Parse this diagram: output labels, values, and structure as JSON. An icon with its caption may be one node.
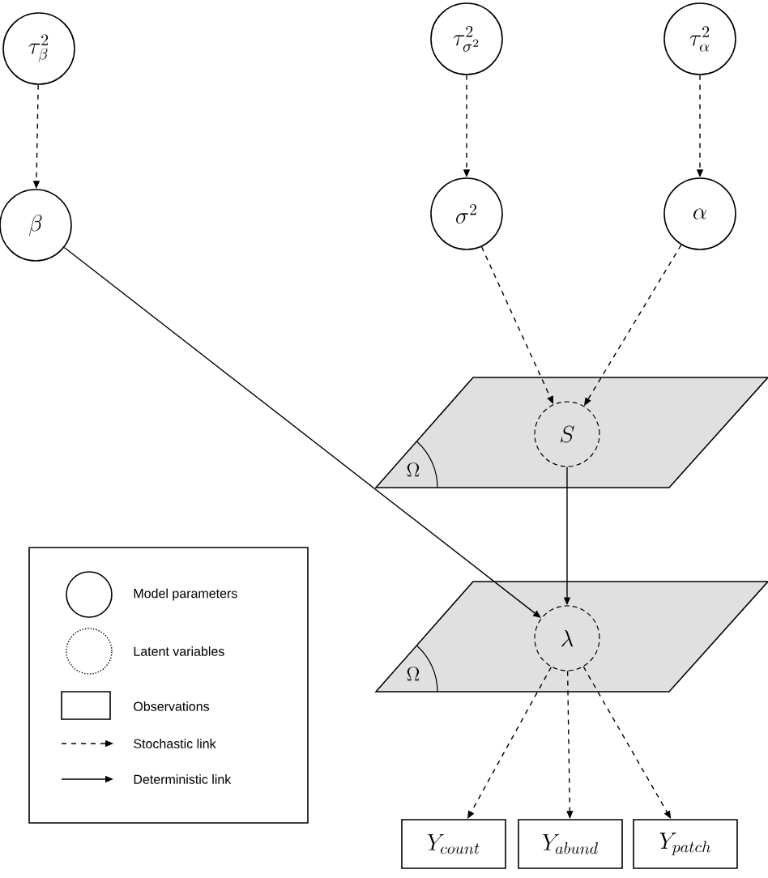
{
  "diagram": {
    "nodes": [
      {
        "text": [
          "\\tau_{\\beta}^{2}"
        ]
      },
      {
        "text": [
          "\\tau_{\\sigma^{2}}^{2}"
        ]
      },
      {
        "text": [
          "\\tau_{\\alpha}^{2}"
        ]
      },
      {
        "text": [
          "\\beta"
        ]
      },
      {
        "text": [
          "\\sigma^{2}"
        ]
      },
      {
        "text": [
          "\\alpha"
        ]
      },
      {
        "text": [
          "\\Omega"
        ]
      },
      {
        "text": [
          "S"
        ],
        "in": 6
      },
      {
        "text": [
          "\\Omega"
        ]
      },
      {
        "text": [
          "\\lambda"
        ],
        "in": 8
      },
      {
        "text": [
          "Y_{count}"
        ]
      },
      {
        "text": [
          "Y_{abund}"
        ]
      },
      {
        "text": [
          "Y_{patch}"
        ]
      }
    ],
    "edges": [
      {
        "from": 0,
        "to": 3,
        "arrow": "to",
        "style": "dashed"
      },
      {
        "from": 1,
        "to": 4,
        "arrow": "to",
        "style": "dashed"
      },
      {
        "from": 2,
        "to": 5,
        "arrow": "to",
        "style": "dashed"
      },
      {
        "from": 4,
        "to": 7,
        "arrow": "to",
        "style": "dashed"
      },
      {
        "from": 5,
        "to": 7,
        "arrow": "to",
        "style": "dashed"
      },
      {
        "from": 3,
        "to": 9,
        "arrow": "to"
      },
      {
        "from": 7,
        "to": 9,
        "arrow": "to"
      },
      {
        "from": 9,
        "to": 10,
        "arrow": "to",
        "style": "dashed"
      },
      {
        "from": 9,
        "to": 11,
        "arrow": "to",
        "style": "dashed"
      },
      {
        "from": 9,
        "to": 12,
        "arrow": "to",
        "style": "dashed"
      }
    ],
    "legend": [
      {
        "text": "Model parameters"
      },
      {
        "text": "Latent variables"
      },
      {
        "text": "Observations"
      },
      {
        "text": "Stochastic link"
      },
      {
        "text": "Deterministic link"
      }
    ]
  }
}
